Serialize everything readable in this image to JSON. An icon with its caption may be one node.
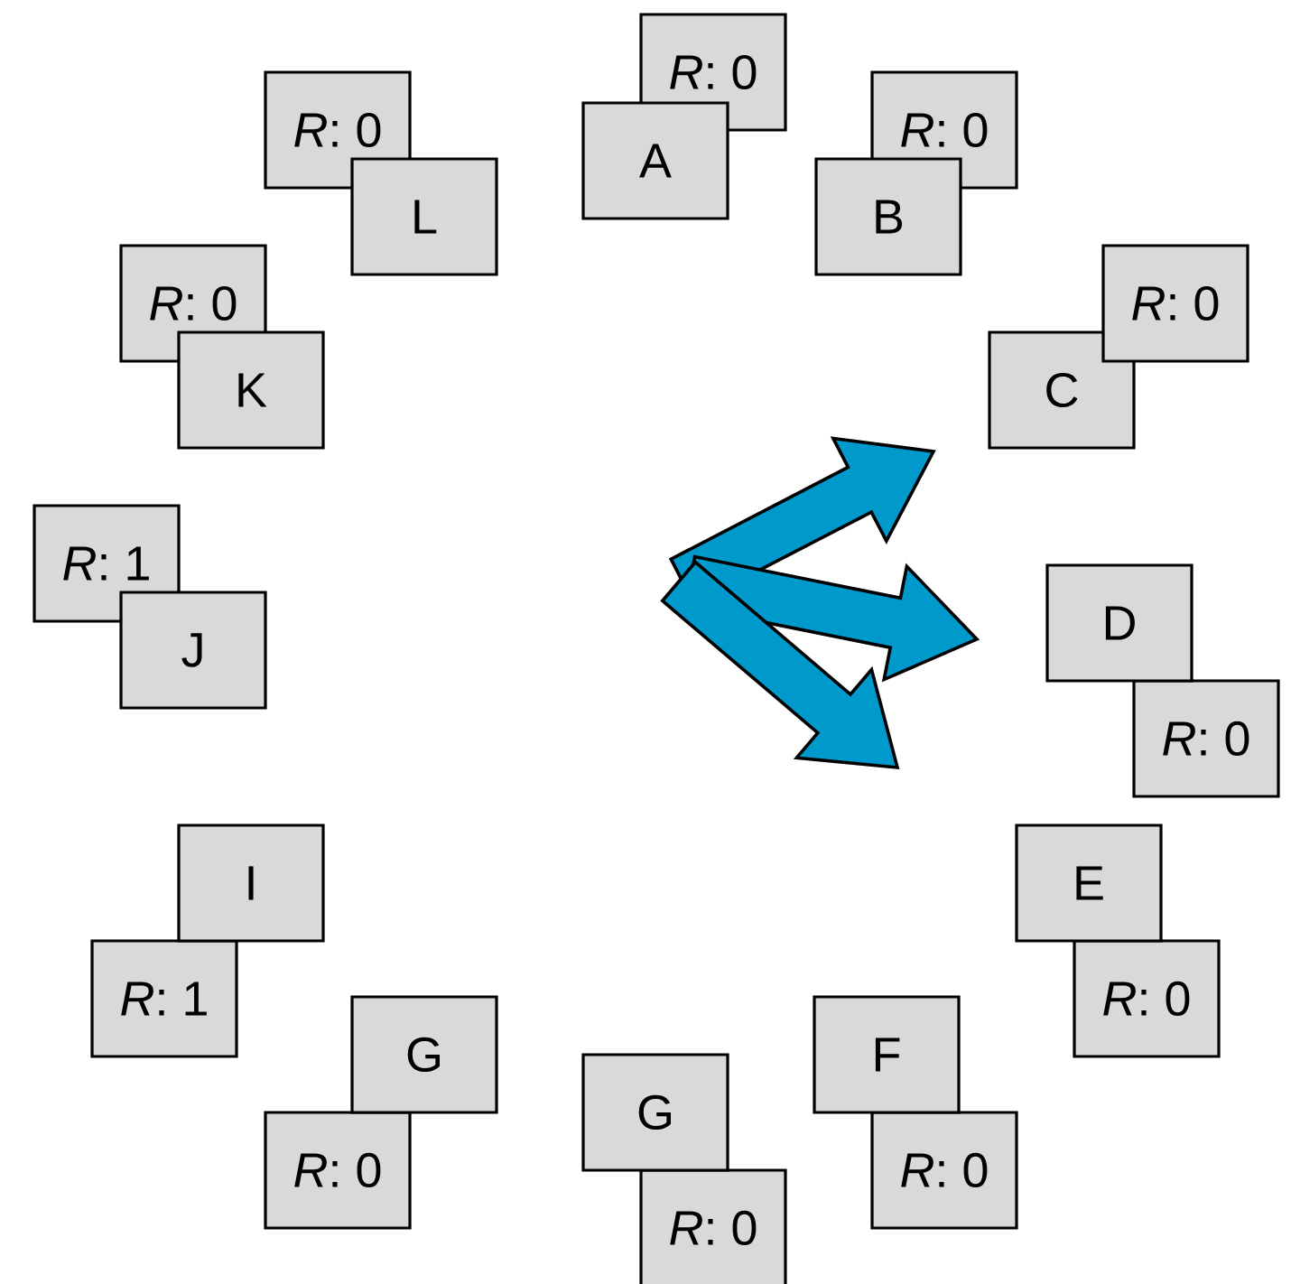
{
  "diagram": {
    "nodes": [
      {
        "text": [
          "A"
        ]
      },
      {
        "text": [
          "*R*: 0"
        ]
      },
      {
        "text": [
          "B"
        ]
      },
      {
        "text": [
          "*R*: 0"
        ]
      },
      {
        "text": [
          "C"
        ]
      },
      {
        "text": [
          "*R*: 0"
        ]
      },
      {
        "text": [
          "D"
        ]
      },
      {
        "text": [
          "*R*: 0"
        ]
      },
      {
        "text": [
          "E"
        ]
      },
      {
        "text": [
          "*R*: 0"
        ]
      },
      {
        "text": [
          "F"
        ]
      },
      {
        "text": [
          "*R*: 0"
        ]
      },
      {
        "text": [
          "G"
        ]
      },
      {
        "text": [
          "*R*: 0"
        ]
      },
      {
        "text": [
          "G"
        ]
      },
      {
        "text": [
          "*R*: 0"
        ]
      },
      {
        "text": [
          "I"
        ]
      },
      {
        "text": [
          "*R*: 1"
        ]
      },
      {
        "text": [
          "J"
        ]
      },
      {
        "text": [
          "*R*: 1"
        ]
      },
      {
        "text": [
          "K"
        ]
      },
      {
        "text": [
          "*R*: 0"
        ]
      },
      {
        "text": [
          "L"
        ]
      },
      {
        "text": [
          "*R*: 0"
        ]
      }
    ]
  }
}
